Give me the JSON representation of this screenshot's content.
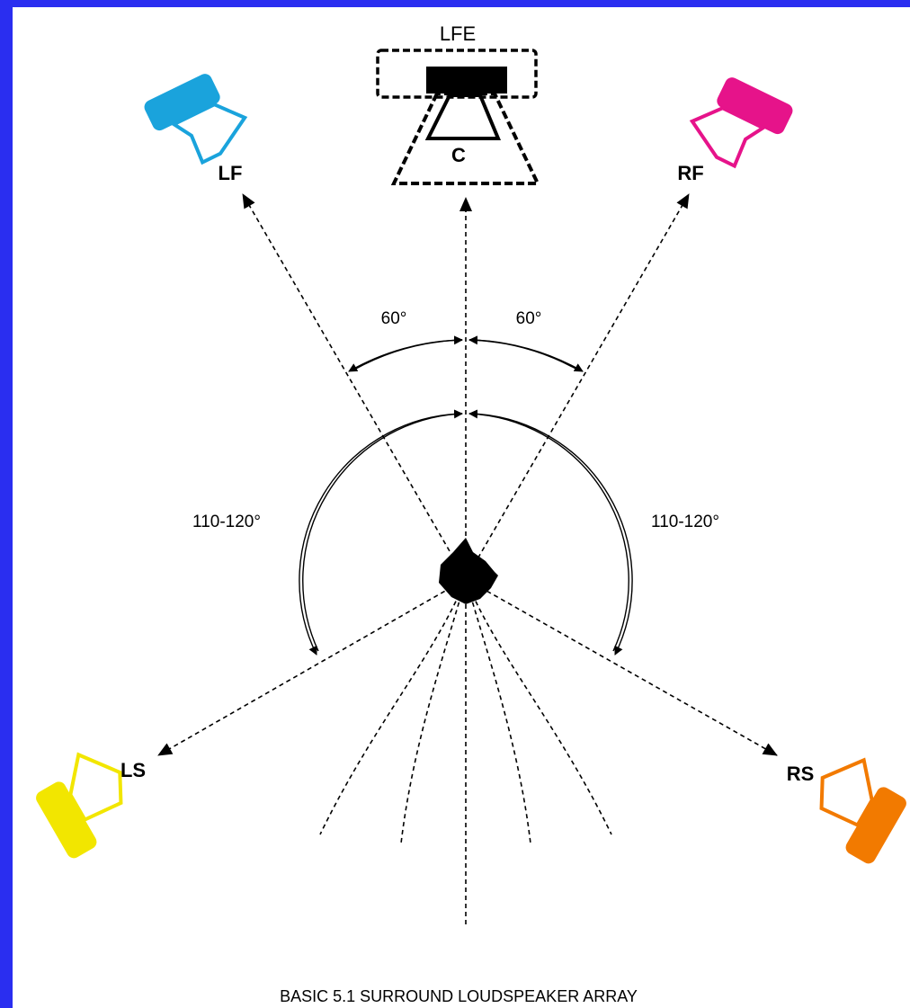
{
  "diagram": {
    "title": "BASIC 5.1 SURROUND LOUDSPEAKER ARRAY",
    "speakers": {
      "lfe": {
        "label": "LFE",
        "color": "#000000"
      },
      "center": {
        "label": "C",
        "color": "#000000"
      },
      "left_front": {
        "label": "LF",
        "color": "#1aa3dc"
      },
      "right_front": {
        "label": "RF",
        "color": "#e6138a"
      },
      "left_surround": {
        "label": "LS",
        "color": "#f2e600"
      },
      "right_surround": {
        "label": "RS",
        "color": "#f27a00"
      }
    },
    "angles": {
      "front_left": "60°",
      "front_right": "60°",
      "surround_left": "110-120°",
      "surround_right": "110-120°"
    },
    "background_color": "#2a2ef0"
  }
}
